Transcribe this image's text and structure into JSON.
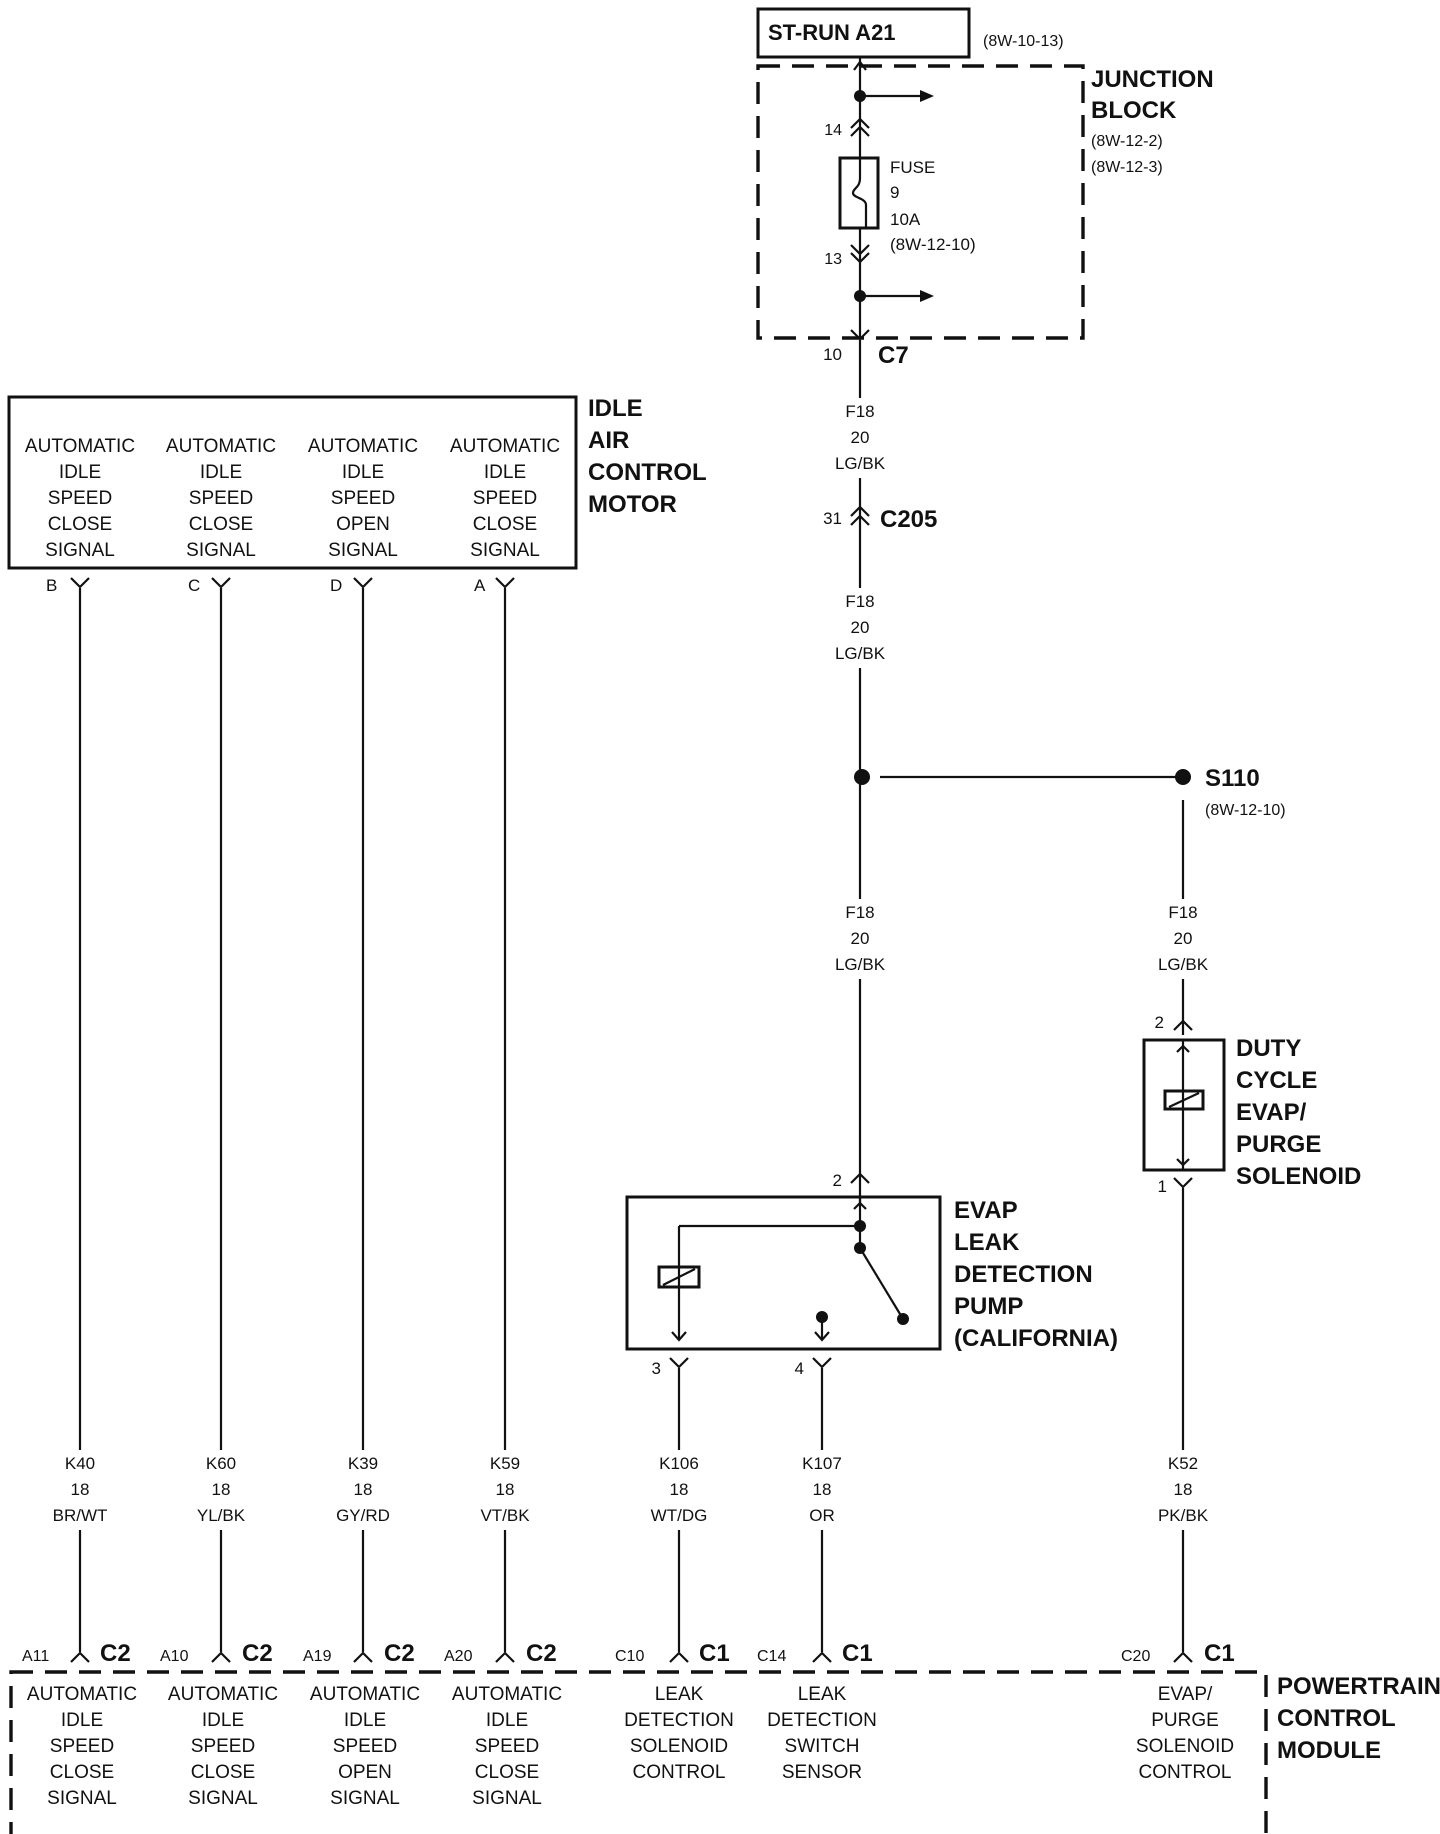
{
  "top_source": {
    "label": "ST-RUN A21",
    "ref": "(8W-10-13)"
  },
  "junction_block": {
    "title_lines": [
      "JUNCTION",
      "BLOCK"
    ],
    "refs": [
      "(8W-12-2)",
      "(8W-12-3)"
    ],
    "pin_in": "14",
    "pin_out": "13",
    "fuse_lines": [
      "FUSE",
      "9",
      "10A",
      "(8W-12-10)"
    ]
  },
  "c7": {
    "pin": "10",
    "name": "C7"
  },
  "wire_f18_top": [
    "F18",
    "20",
    "LG/BK"
  ],
  "c205": {
    "pin": "31",
    "name": "C205"
  },
  "wire_f18_mid": [
    "F18",
    "20",
    "LG/BK"
  ],
  "s110": {
    "name": "S110",
    "ref": "(8W-12-10)"
  },
  "wire_f18_left": [
    "F18",
    "20",
    "LG/BK"
  ],
  "wire_f18_right": [
    "F18",
    "20",
    "LG/BK"
  ],
  "iac_motor": {
    "title_lines": [
      "IDLE",
      "AIR",
      "CONTROL",
      "MOTOR"
    ],
    "terminals": [
      {
        "lines": [
          "AUTOMATIC",
          "IDLE",
          "SPEED",
          "CLOSE",
          "SIGNAL"
        ],
        "pin": "B"
      },
      {
        "lines": [
          "AUTOMATIC",
          "IDLE",
          "SPEED",
          "CLOSE",
          "SIGNAL"
        ],
        "pin": "C"
      },
      {
        "lines": [
          "AUTOMATIC",
          "IDLE",
          "SPEED",
          "OPEN",
          "SIGNAL"
        ],
        "pin": "D"
      },
      {
        "lines": [
          "AUTOMATIC",
          "IDLE",
          "SPEED",
          "CLOSE",
          "SIGNAL"
        ],
        "pin": "A"
      }
    ]
  },
  "evap_pump": {
    "title_lines": [
      "EVAP",
      "LEAK",
      "DETECTION",
      "PUMP",
      "(CALIFORNIA)"
    ],
    "pin_in": "2",
    "pin_left": "3",
    "pin_right": "4"
  },
  "purge_solenoid": {
    "title_lines": [
      "DUTY",
      "CYCLE",
      "EVAP/",
      "PURGE",
      "SOLENOID"
    ],
    "pin_in": "2",
    "pin_out": "1"
  },
  "lower_wires": [
    {
      "lines": [
        "K40",
        "18",
        "BR/WT"
      ]
    },
    {
      "lines": [
        "K60",
        "18",
        "YL/BK"
      ]
    },
    {
      "lines": [
        "K39",
        "18",
        "GY/RD"
      ]
    },
    {
      "lines": [
        "K59",
        "18",
        "VT/BK"
      ]
    },
    {
      "lines": [
        "K106",
        "18",
        "WT/DG"
      ]
    },
    {
      "lines": [
        "K107",
        "18",
        "OR"
      ]
    },
    {
      "lines": [
        "K52",
        "18",
        "PK/BK"
      ]
    }
  ],
  "pcm": {
    "title_lines": [
      "POWERTRAIN",
      "CONTROL",
      "MODULE"
    ],
    "terminals": [
      {
        "cavity": "A11",
        "connector": "C2",
        "lines": [
          "AUTOMATIC",
          "IDLE",
          "SPEED",
          "CLOSE",
          "SIGNAL"
        ]
      },
      {
        "cavity": "A10",
        "connector": "C2",
        "lines": [
          "AUTOMATIC",
          "IDLE",
          "SPEED",
          "CLOSE",
          "SIGNAL"
        ]
      },
      {
        "cavity": "A19",
        "connector": "C2",
        "lines": [
          "AUTOMATIC",
          "IDLE",
          "SPEED",
          "OPEN",
          "SIGNAL"
        ]
      },
      {
        "cavity": "A20",
        "connector": "C2",
        "lines": [
          "AUTOMATIC",
          "IDLE",
          "SPEED",
          "CLOSE",
          "SIGNAL"
        ]
      },
      {
        "cavity": "C10",
        "connector": "C1",
        "lines": [
          "LEAK",
          "DETECTION",
          "SOLENOID",
          "CONTROL"
        ]
      },
      {
        "cavity": "C14",
        "connector": "C1",
        "lines": [
          "LEAK",
          "DETECTION",
          "SWITCH",
          "SENSOR"
        ]
      },
      {
        "cavity": "C20",
        "connector": "C1",
        "lines": [
          "EVAP/",
          "PURGE",
          "SOLENOID",
          "CONTROL"
        ]
      }
    ]
  }
}
